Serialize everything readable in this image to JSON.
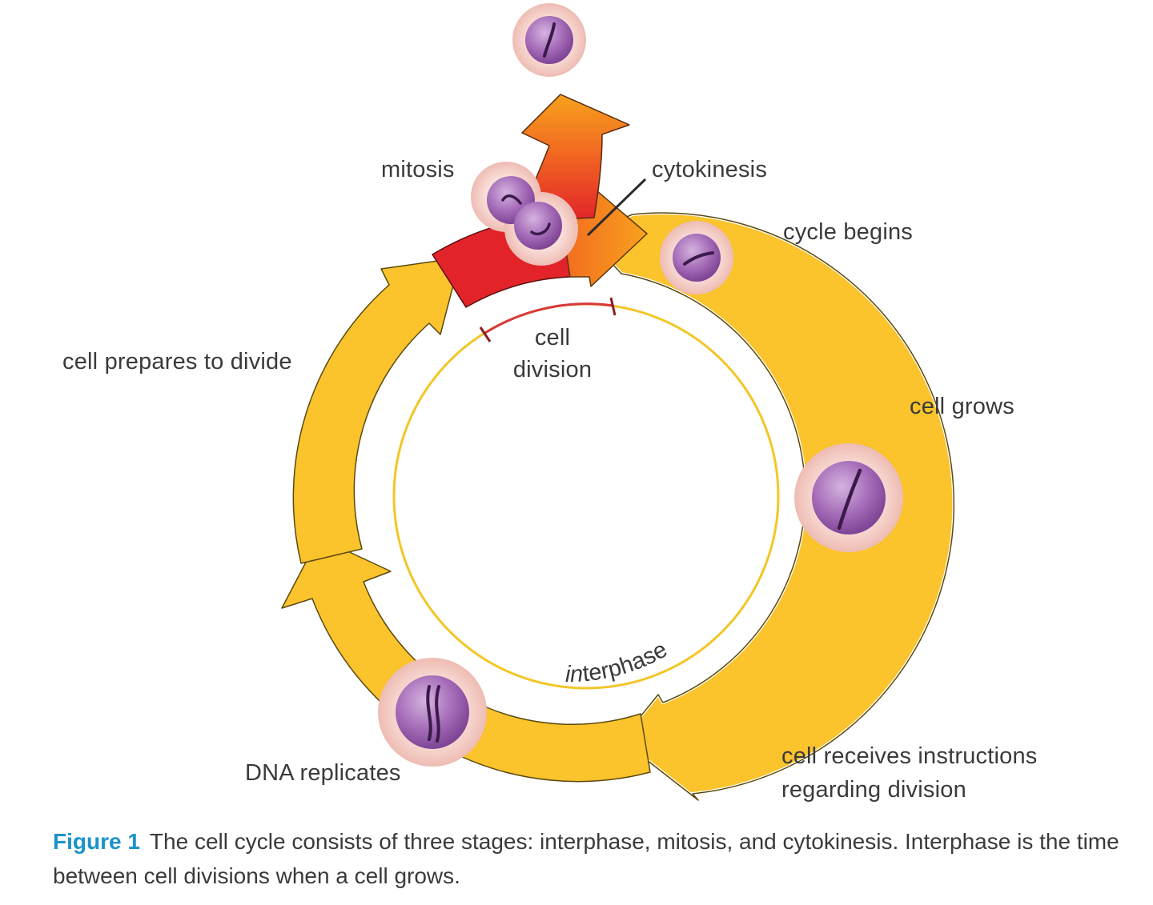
{
  "labels": {
    "mitosis": "mitosis",
    "cytokinesis": "cytokinesis",
    "cycle_begins": "cycle begins",
    "cell_grows": "cell grows",
    "cell_receives_line1": "cell receives instructions",
    "cell_receives_line2": "regarding division",
    "dna_replicates": "DNA replicates",
    "cell_prepares": "cell prepares to divide",
    "cell_division_line1": "cell",
    "cell_division_line2": "division",
    "interphase_prefix": "in",
    "interphase_rest": "terphase"
  },
  "caption": {
    "figure_label": "Figure 1",
    "text": "The cell cycle consists of three stages: interphase, mitosis, and cytokinesis. Interphase is the time between cell divisions when a cell grows."
  },
  "colors": {
    "arrow_yellow": "#fbc32c",
    "arrow_orange": "#f7941d",
    "arrow_red": "#e2232a",
    "inner_ring": "#f3c626",
    "division_arc": "#d8383d",
    "cell_membrane": "#f2c7c1",
    "nucleus": "#9c5fae",
    "caption_accent": "#1b93c9"
  }
}
